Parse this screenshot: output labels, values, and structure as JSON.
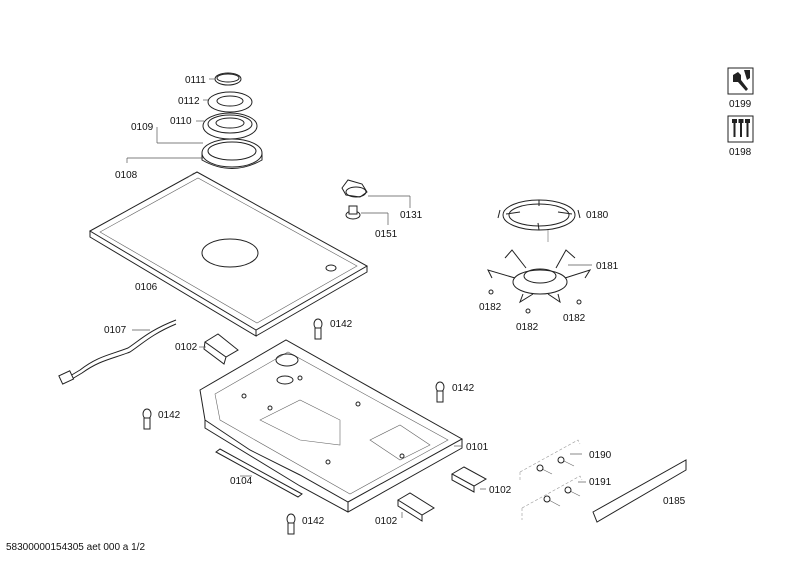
{
  "labels": {
    "p0111": "0111",
    "p0112": "0112",
    "p0109": "0109",
    "p0110": "0110",
    "p0108": "0108",
    "p0131": "0131",
    "p0151": "0151",
    "p0180": "0180",
    "p0181": "0181",
    "p0182a": "0182",
    "p0182b": "0182",
    "p0182c": "0182",
    "p0106": "0106",
    "p0107": "0107",
    "p0102a": "0102",
    "p0142a": "0142",
    "p0142b": "0142",
    "p0142c": "0142",
    "p0142d": "0142",
    "p0101": "0101",
    "p0104": "0104",
    "p0102b": "0102",
    "p0102c": "0102",
    "p0190": "0190",
    "p0191": "0191",
    "p0185": "0185",
    "p0199": "0199",
    "p0198": "0198"
  },
  "footer": "58300000154305 aet 000 a 1/2",
  "icons": {
    "tools": "wrench-icon",
    "screws": "screws-icon"
  }
}
